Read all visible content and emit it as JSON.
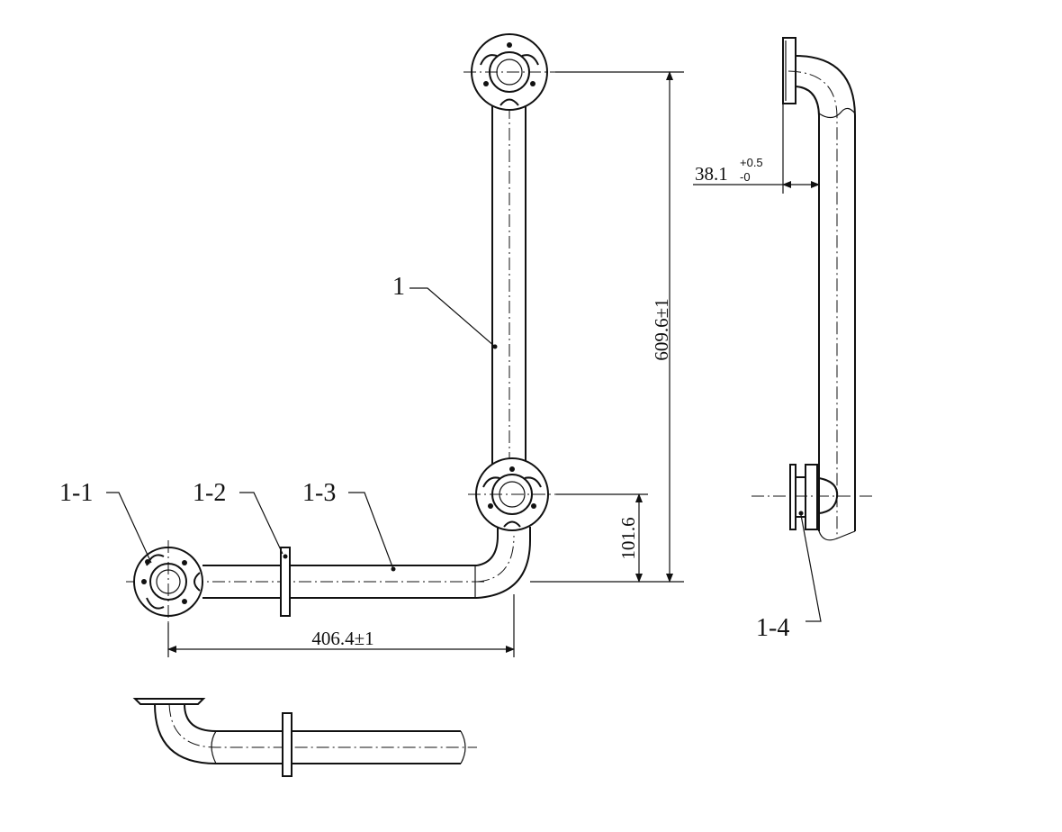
{
  "labels": {
    "part_1": "1",
    "part_1_1": "1-1",
    "part_1_2": "1-2",
    "part_1_3": "1-3",
    "part_1_4": "1-4"
  },
  "dimensions": {
    "height": "609.6±1",
    "width": "406.4±1",
    "flange_offset": "101.6",
    "depth_nominal": "38.1",
    "depth_tol_upper": "+0.5",
    "depth_tol_lower": "-0"
  }
}
